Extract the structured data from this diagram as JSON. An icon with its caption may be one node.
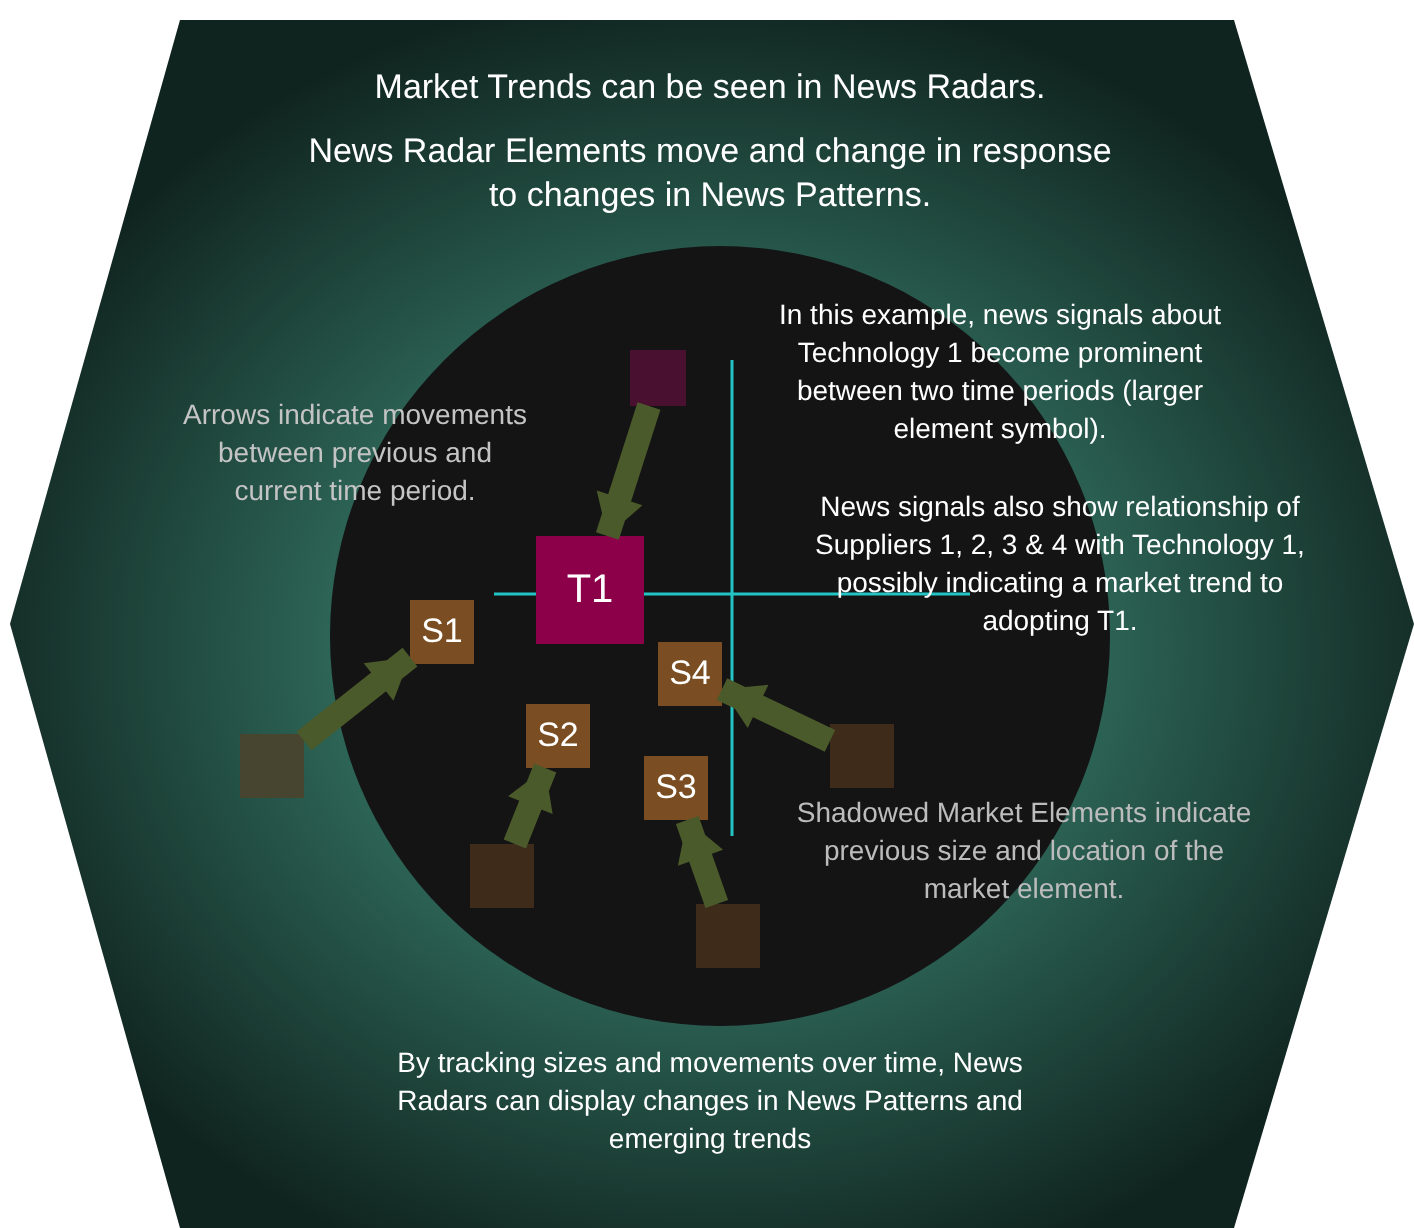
{
  "diagram": {
    "title": "Market Trends can be seen in News Radars.",
    "nodes": [
      {
        "text": [],
        "shape": "box"
      },
      {
        "text": [
          "T1"
        ]
      },
      {
        "text": [
          "S1"
        ]
      },
      {
        "text": [
          "S4"
        ]
      },
      {
        "text": [
          "S2"
        ]
      },
      {
        "text": [],
        "shape": "box"
      },
      {
        "text": [],
        "shape": "box"
      },
      {
        "text": [
          "S3"
        ]
      },
      {
        "text": [],
        "shape": "box"
      },
      {
        "text": [],
        "shape": "box"
      }
    ],
    "edges": [
      {
        "from": 0,
        "to": 1,
        "arrow": "to"
      },
      {
        "from": 5,
        "to": 2,
        "arrow": "to"
      },
      {
        "from": 6,
        "to": 3,
        "arrow": "to"
      },
      {
        "from": 8,
        "to": 4,
        "arrow": "to"
      },
      {
        "from": 9,
        "to": 7,
        "arrow": "to"
      }
    ],
    "labels": [
      "News Radar Elements move and change in response to changes in News Patterns.",
      "In this example, news signals about Technology 1 become prominent between two time periods (larger element symbol).",
      "Arrows indicate movements between previous and current time period.",
      "News signals also show relationship of Suppliers 1, 2, 3 & 4 with Technology 1, possibly indicating a market trend to adopting T1.",
      "Shadowed Market Elements indicate previous size and location of the market element.",
      "By tracking sizes and movements over time, News Radars can display changes in News Patterns and emerging trends"
    ]
  }
}
